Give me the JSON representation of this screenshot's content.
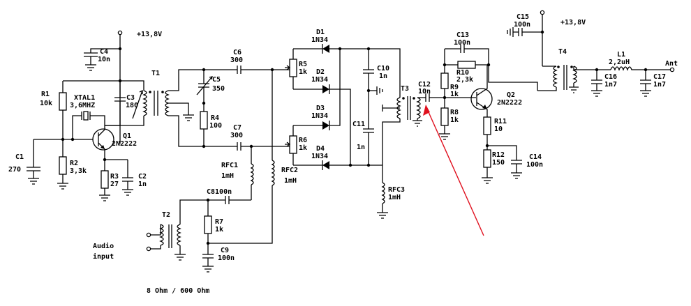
{
  "supply": {
    "vcc_left": "+13,8V",
    "vcc_right": "+13,8V"
  },
  "labels": {
    "c1": [
      "C1",
      "270"
    ],
    "r1": [
      "R1",
      "10k"
    ],
    "xtal1": [
      "XTAL1",
      "3,6MHZ"
    ],
    "c3": [
      "C3",
      "180"
    ],
    "c4": [
      "C4",
      "10n"
    ],
    "q1": [
      "Q1",
      "2N2222"
    ],
    "r2": [
      "R2",
      "3,3k"
    ],
    "r3": [
      "R3",
      "27"
    ],
    "c2": [
      "C2",
      "1n"
    ],
    "t1": [
      "T1"
    ],
    "c5": [
      "C5",
      "350"
    ],
    "r4": [
      "R4",
      "100"
    ],
    "c6": [
      "C6",
      "300"
    ],
    "c7": [
      "C7",
      "300"
    ],
    "rfc1": [
      "RFC1",
      "1mH"
    ],
    "rfc2": [
      "RFC2",
      "1mH"
    ],
    "c8": [
      "C8100n"
    ],
    "r7": [
      "R7",
      "1k"
    ],
    "c9": [
      "C9",
      "100n"
    ],
    "t2": [
      "T2"
    ],
    "r5": [
      "R5",
      "1k"
    ],
    "r6": [
      "R6",
      "1k"
    ],
    "d1": [
      "D1",
      "1N34"
    ],
    "d2": [
      "D2",
      "1N34"
    ],
    "d3": [
      "D3",
      "1N34"
    ],
    "d4": [
      "D4",
      "1N34"
    ],
    "c10": [
      "C10",
      "1n"
    ],
    "c11": [
      "C11",
      "1n"
    ],
    "t3": [
      "T3"
    ],
    "rfc3": [
      "RFC3",
      "1mH"
    ],
    "c12": [
      "C12",
      "10n"
    ],
    "c13": [
      "C13",
      "100n"
    ],
    "r10": [
      "R10",
      "2,3k"
    ],
    "r9": [
      "R9",
      "1k"
    ],
    "r8": [
      "R8",
      "1k"
    ],
    "q2": [
      "Q2",
      "2N2222"
    ],
    "r11": [
      "R11",
      "10"
    ],
    "r12": [
      "R12",
      "150"
    ],
    "c14": [
      "C14",
      "100n"
    ],
    "c15": [
      "C15",
      "100n"
    ],
    "t4": [
      "T4"
    ],
    "l1": [
      "L1",
      "2,2uH"
    ],
    "c16": [
      "C16",
      "1n7"
    ],
    "c17": [
      "C17",
      "1n7"
    ],
    "ant": [
      "Ant"
    ]
  },
  "audio": {
    "line1": "Audio",
    "line2": "input",
    "impedance": "8 Ohm / 600 Ohm"
  },
  "annotation_color": "#e0101e"
}
